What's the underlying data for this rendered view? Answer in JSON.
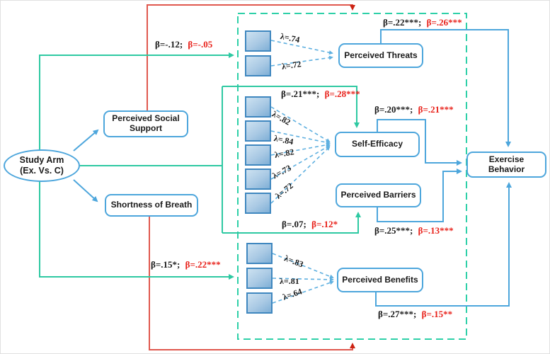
{
  "colors": {
    "teal_line": "#2ec9a2",
    "red_line": "#e0584e",
    "red_arrow": "#cc2212",
    "blue_line": "#4da6dc",
    "blue_dashed": "#5fb0e0",
    "black_text": "#1a1a1a",
    "red_text": "#e8211a",
    "square_border": "#3f87bf"
  },
  "nodes": {
    "study_arm_line1": "Study Arm",
    "study_arm_line2": "(Ex. Vs. C)",
    "perceived_social_support": "Perceived Social Support",
    "shortness_of_breath": "Shortness of Breath",
    "perceived_threats": "Perceived Threats",
    "self_efficacy": "Self-Efficacy",
    "perceived_barriers": "Perceived Barriers",
    "perceived_benefits": "Perceived Benefits",
    "exercise_behavior": "Exercise Behavior"
  },
  "coefficients": {
    "arm_threats": {
      "black": "β=-.12;",
      "red": "β=-.05"
    },
    "threats_exercise": {
      "black": "β=.22***;",
      "red": "β=.26***"
    },
    "arm_selfefficacy": {
      "black": "β=.21***;",
      "red": "β=.28***"
    },
    "selfefficacy_exercise": {
      "black": "β=.20***;",
      "red": "β=.21***"
    },
    "arm_barriers": {
      "black": "β=.07;",
      "red": "β=.12*"
    },
    "barriers_exercise": {
      "black": "β=.25***;",
      "red": "β=.13***"
    },
    "arm_benefits": {
      "black": "β=.15*;",
      "red": "β=.22***"
    },
    "benefits_exercise": {
      "black": "β=.27***;",
      "red": "β=.15**"
    }
  },
  "loadings": {
    "threats": [
      "λ=.74",
      "λ=.72"
    ],
    "self_efficacy": [
      "λ=.82",
      "λ=.84",
      "λ=.82",
      "λ=.73",
      "λ=.72"
    ],
    "benefits": [
      "λ=.83",
      "λ=.81",
      "λ=.64"
    ]
  }
}
